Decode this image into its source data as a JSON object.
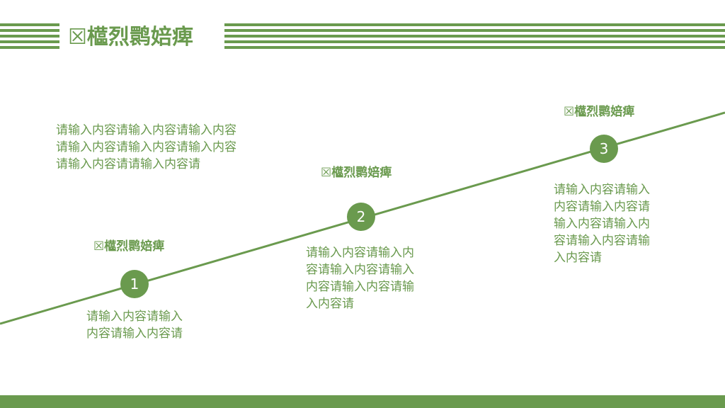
{
  "header": {
    "title": "☒櫙烈鹮婄痺"
  },
  "steps": [
    {
      "number": "1",
      "title": "☒櫙烈鹮婄痺",
      "text": "请输入内容请输入内容请输入内容请"
    },
    {
      "number": "2",
      "title": "☒櫙烈鹮婄痺",
      "text": "请输入内容请输入内容请输入内容请输入内容请输入内容请输入内容请"
    },
    {
      "number": "3",
      "title": "☒櫙烈鹮婄痺",
      "text": "请输入内容请输入内容请输入内容请输入内容请输入内容请输入内容请输入内容请"
    }
  ],
  "intro_text": "请输入内容请输入内容请输入内容请输入内容请输入内容请输入内容请输入内容请请输入内容请",
  "colors": {
    "accent": "#6a9a4e",
    "background": "#ffffff"
  }
}
